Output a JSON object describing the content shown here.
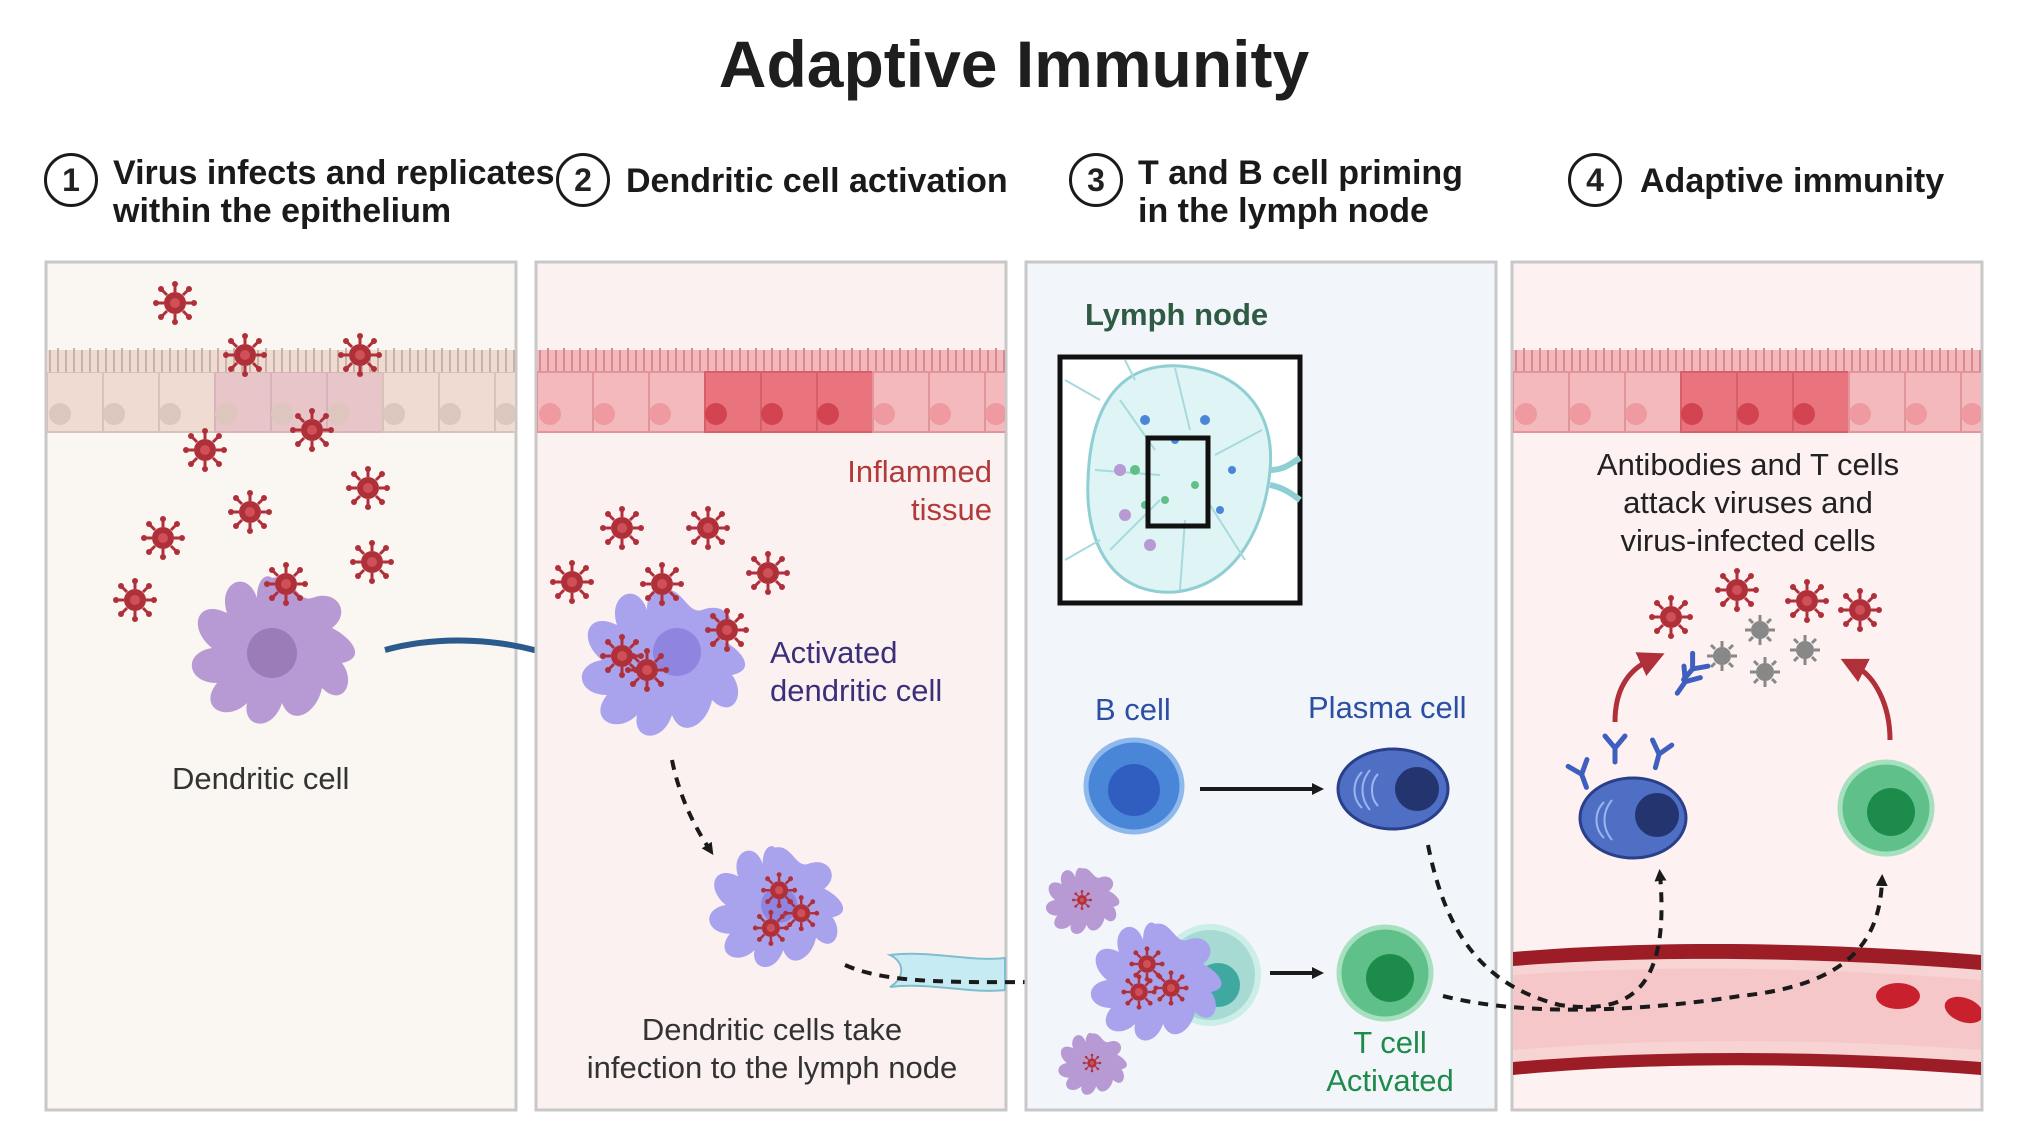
{
  "title": "Adaptive Immunity",
  "steps": [
    {
      "number": "1",
      "line1": "Virus infects and replicates",
      "line2": "within the epithelium"
    },
    {
      "number": "2",
      "line1": "Dendritic cell activation",
      "line2": ""
    },
    {
      "number": "3",
      "line1": "T and B cell priming",
      "line2": "in the lymph node"
    },
    {
      "number": "4",
      "line1": "Adaptive immunity",
      "line2": ""
    }
  ],
  "labels": {
    "dendritic_cell": "Dendritic cell",
    "inflamed_line1": "Inflammed",
    "inflamed_line2": "tissue",
    "activated_line1": "Activated",
    "activated_line2": "dendritic cell",
    "take_line1": "Dendritic cells take",
    "take_line2": "infection to the lymph node",
    "lymph_node": "Lymph node",
    "b_cell": "B cell",
    "plasma_cell": "Plasma cell",
    "t_cell_line1": "T cell",
    "t_cell_line2": "Activated",
    "attack_line1": "Antibodies and T cells",
    "attack_line2": "attack viruses and",
    "attack_line3": "virus-infected cells"
  },
  "colors": {
    "virus": "#b0303a",
    "dendritic": "#b79ad4",
    "activated_dendritic": "#a9a3ee",
    "b_cell": "#4a86d8",
    "plasma_cell": "#4f6fc4",
    "t_cell": "#5fc089",
    "inflamed_text": "#b23a3a",
    "activated_text": "#3b2f7a",
    "lymph_text": "#2f5a43",
    "b_text": "#2c4fa4",
    "t_text": "#1f8a4a",
    "blood_vessel": "#9c1d25",
    "arrow_blue": "#2a5b8c"
  }
}
